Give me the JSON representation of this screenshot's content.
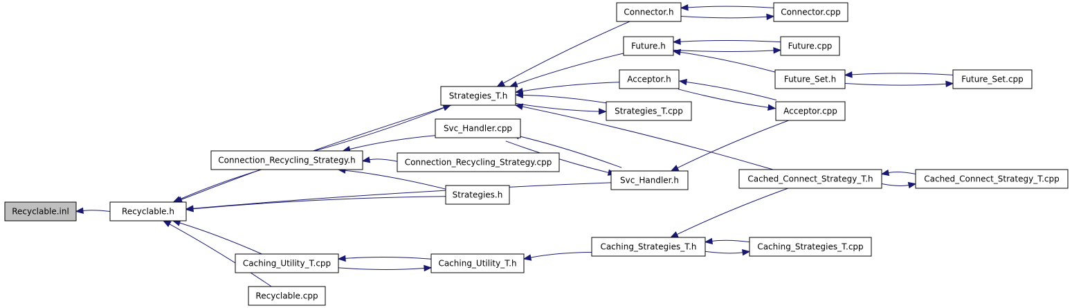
{
  "diagram": {
    "colors": {
      "edge": "#191970",
      "focus_fill": "#bfbfbf",
      "node_fill": "#ffffff",
      "node_stroke": "#000000"
    },
    "nodes": [
      {
        "id": "recyclable_inl",
        "label": "Recyclable.inl",
        "focus": true
      },
      {
        "id": "recyclable_h",
        "label": "Recyclable.h"
      },
      {
        "id": "strategies_t_h",
        "label": "Strategies_T.h"
      },
      {
        "id": "connection_recycling_strategy_h",
        "label": "Connection_Recycling_Strategy.h"
      },
      {
        "id": "svc_handler_cpp",
        "label": "Svc_Handler.cpp"
      },
      {
        "id": "connection_recycling_strategy_cpp",
        "label": "Connection_Recycling_Strategy.cpp"
      },
      {
        "id": "strategies_h",
        "label": "Strategies.h"
      },
      {
        "id": "caching_utility_t_cpp",
        "label": "Caching_Utility_T.cpp"
      },
      {
        "id": "recyclable_cpp",
        "label": "Recyclable.cpp"
      },
      {
        "id": "caching_utility_t_h",
        "label": "Caching_Utility_T.h"
      },
      {
        "id": "connector_h",
        "label": "Connector.h"
      },
      {
        "id": "future_h",
        "label": "Future.h"
      },
      {
        "id": "acceptor_h",
        "label": "Acceptor.h"
      },
      {
        "id": "strategies_t_cpp",
        "label": "Strategies_T.cpp"
      },
      {
        "id": "svc_handler_h",
        "label": "Svc_Handler.h"
      },
      {
        "id": "caching_strategies_t_h",
        "label": "Caching_Strategies_T.h"
      },
      {
        "id": "connector_cpp",
        "label": "Connector.cpp"
      },
      {
        "id": "future_cpp",
        "label": "Future.cpp"
      },
      {
        "id": "future_set_h",
        "label": "Future_Set.h"
      },
      {
        "id": "acceptor_cpp",
        "label": "Acceptor.cpp"
      },
      {
        "id": "cached_connect_strategy_t_h",
        "label": "Cached_Connect_Strategy_T.h"
      },
      {
        "id": "caching_strategies_t_cpp",
        "label": "Caching_Strategies_T.cpp"
      },
      {
        "id": "future_set_cpp",
        "label": "Future_Set.cpp"
      },
      {
        "id": "cached_connect_strategy_t_cpp",
        "label": "Cached_Connect_Strategy_T.cpp"
      }
    ],
    "edges": [
      {
        "from": "recyclable_h",
        "to": "recyclable_inl"
      },
      {
        "from": "strategies_t_h",
        "to": "recyclable_h"
      },
      {
        "from": "connection_recycling_strategy_h",
        "to": "recyclable_h"
      },
      {
        "from": "strategies_h",
        "to": "recyclable_h"
      },
      {
        "from": "svc_handler_h",
        "to": "recyclable_h"
      },
      {
        "from": "caching_utility_t_cpp",
        "to": "recyclable_h"
      },
      {
        "from": "recyclable_cpp",
        "to": "recyclable_h"
      },
      {
        "from": "connector_h",
        "to": "strategies_t_h"
      },
      {
        "from": "future_h",
        "to": "strategies_t_h"
      },
      {
        "from": "acceptor_h",
        "to": "strategies_t_h"
      },
      {
        "from": "strategies_t_cpp",
        "to": "strategies_t_h"
      },
      {
        "from": "strategies_t_h",
        "to": "strategies_t_cpp"
      },
      {
        "from": "cached_connect_strategy_t_h",
        "to": "strategies_t_h"
      },
      {
        "from": "connection_recycling_strategy_h",
        "to": "strategies_t_h"
      },
      {
        "from": "svc_handler_cpp",
        "to": "connection_recycling_strategy_h"
      },
      {
        "from": "connection_recycling_strategy_cpp",
        "to": "connection_recycling_strategy_h"
      },
      {
        "from": "strategies_h",
        "to": "connection_recycling_strategy_h"
      },
      {
        "from": "svc_handler_h",
        "to": "svc_handler_cpp"
      },
      {
        "from": "svc_handler_cpp",
        "to": "svc_handler_h"
      },
      {
        "from": "acceptor_cpp",
        "to": "svc_handler_h"
      },
      {
        "from": "connector_h",
        "to": "connector_cpp"
      },
      {
        "from": "connector_cpp",
        "to": "connector_h"
      },
      {
        "from": "future_h",
        "to": "future_cpp"
      },
      {
        "from": "future_cpp",
        "to": "future_h"
      },
      {
        "from": "future_set_h",
        "to": "future_h"
      },
      {
        "from": "future_set_h",
        "to": "future_set_cpp"
      },
      {
        "from": "future_set_cpp",
        "to": "future_set_h"
      },
      {
        "from": "acceptor_h",
        "to": "acceptor_cpp"
      },
      {
        "from": "acceptor_cpp",
        "to": "acceptor_h"
      },
      {
        "from": "cached_connect_strategy_t_h",
        "to": "cached_connect_strategy_t_cpp"
      },
      {
        "from": "cached_connect_strategy_t_cpp",
        "to": "cached_connect_strategy_t_h"
      },
      {
        "from": "cached_connect_strategy_t_h",
        "to": "caching_strategies_t_h"
      },
      {
        "from": "caching_strategies_t_h",
        "to": "caching_utility_t_h"
      },
      {
        "from": "caching_strategies_t_h",
        "to": "caching_strategies_t_cpp"
      },
      {
        "from": "caching_strategies_t_cpp",
        "to": "caching_strategies_t_h"
      },
      {
        "from": "caching_utility_t_cpp",
        "to": "caching_utility_t_h"
      },
      {
        "from": "caching_utility_t_h",
        "to": "caching_utility_t_cpp"
      }
    ]
  }
}
